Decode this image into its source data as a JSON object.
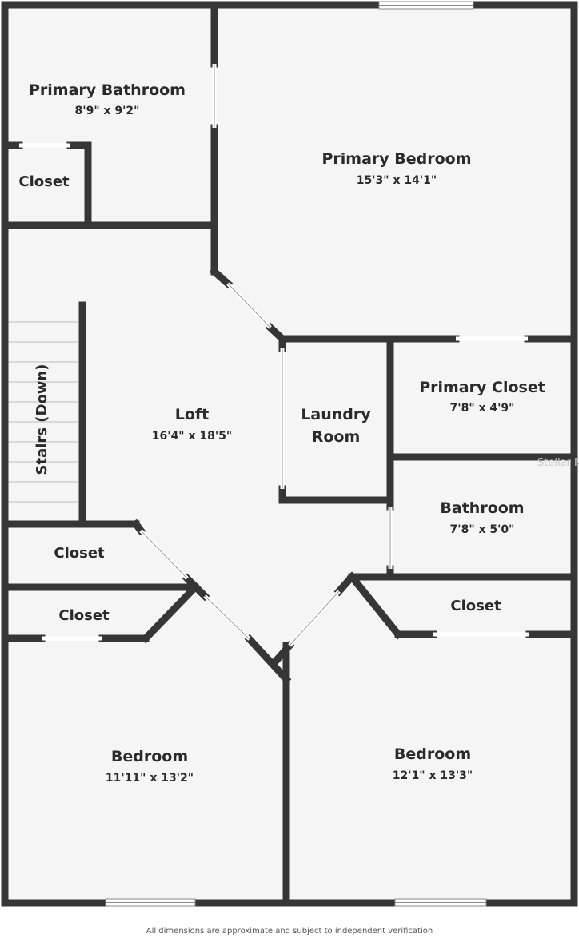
{
  "plan": {
    "colors": {
      "wall": "#363636",
      "floor": "#f5f5f5",
      "window": "#ffffff",
      "background": "#ffffff"
    },
    "rooms": {
      "primary_bathroom": {
        "name": "Primary Bathroom",
        "dims": "8'9\" x 9'2\""
      },
      "primary_bedroom": {
        "name": "Primary Bedroom",
        "dims": "15'3\" x 14'1\""
      },
      "closet_bath": {
        "name": "Closet"
      },
      "stairs": {
        "name": "Stairs (Down)"
      },
      "loft": {
        "name": "Loft",
        "dims": "16'4\" x 18'5\""
      },
      "laundry": {
        "name_line1": "Laundry",
        "name_line2": "Room"
      },
      "primary_closet": {
        "name": "Primary Closet",
        "dims": "7'8\" x 4'9\""
      },
      "bathroom": {
        "name": "Bathroom",
        "dims": "7'8\" x 5'0\""
      },
      "closet_left_1": {
        "name": "Closet"
      },
      "closet_left_2": {
        "name": "Closet"
      },
      "closet_right": {
        "name": "Closet"
      },
      "bedroom_left": {
        "name": "Bedroom",
        "dims": "11'11\" x 13'2\""
      },
      "bedroom_right": {
        "name": "Bedroom",
        "dims": "12'1\" x 13'3\""
      }
    },
    "watermark": "Stellar M"
  },
  "footer": {
    "disclaimer": "All dimensions are approximate and subject to independent verification"
  }
}
